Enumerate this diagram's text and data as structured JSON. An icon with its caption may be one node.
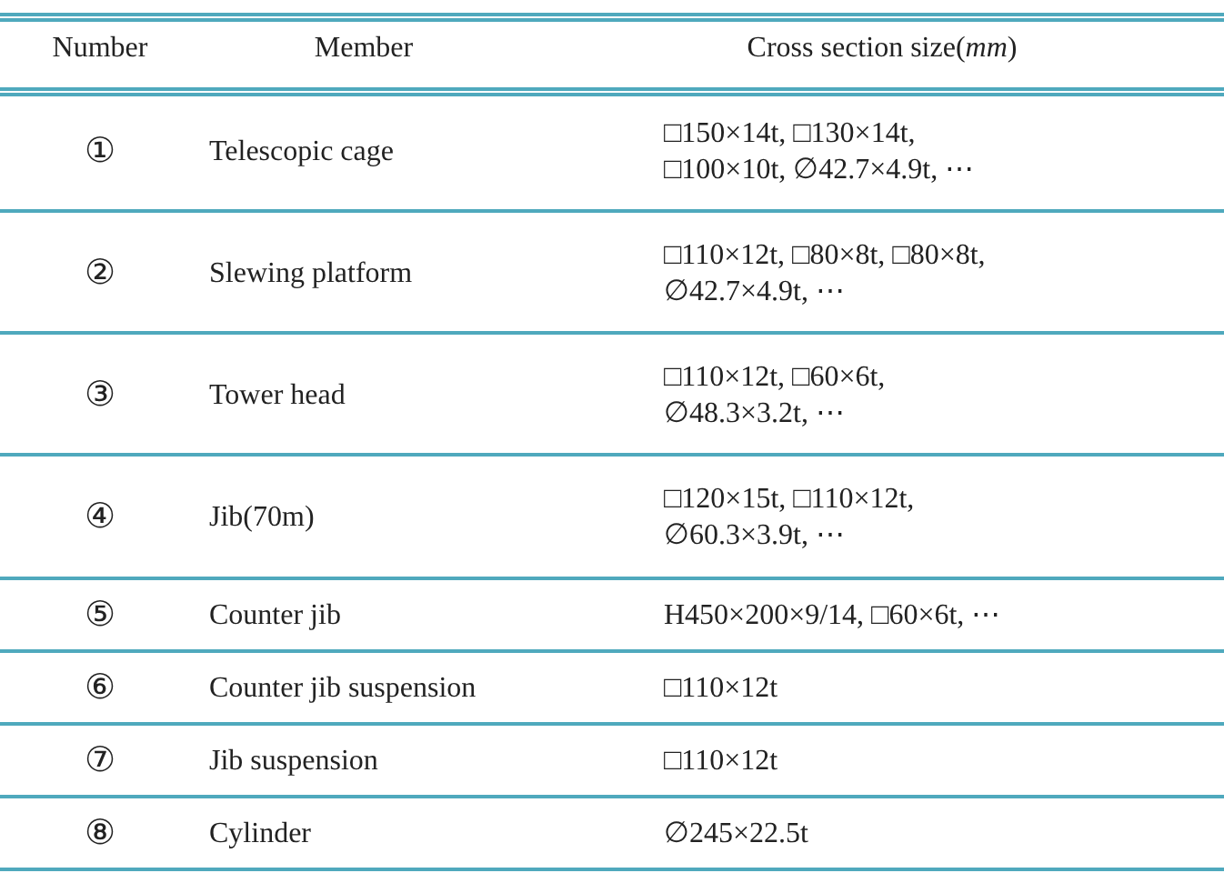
{
  "diagram": {
    "labels": [
      "Number",
      "Member",
      "Cross section size(*mm*)",
      "①",
      "Telescopic cage",
      "□150×14t, □130×14t, □100×10t, ∅42.7×4.9t, ⋯",
      "②",
      "Slewing platform",
      "□110×12t, □80×8t, □80×8t, ∅42.7×4.9t, ⋯",
      "③",
      "Tower head",
      "□110×12t, □60×6t, ∅48.3×3.2t, ⋯",
      "④",
      "Jib(70m)",
      "□120×15t, □110×12t, ∅60.3×3.9t, ⋯",
      "⑤",
      "Counter jib",
      "H450×200×9/14, □60×6t, ⋯",
      "⑥",
      "Counter jib suspension",
      "□110×12t",
      "⑦",
      "Jib suspension",
      "□110×12t",
      "⑧",
      "Cylinder",
      "∅245×22.5t"
    ]
  }
}
